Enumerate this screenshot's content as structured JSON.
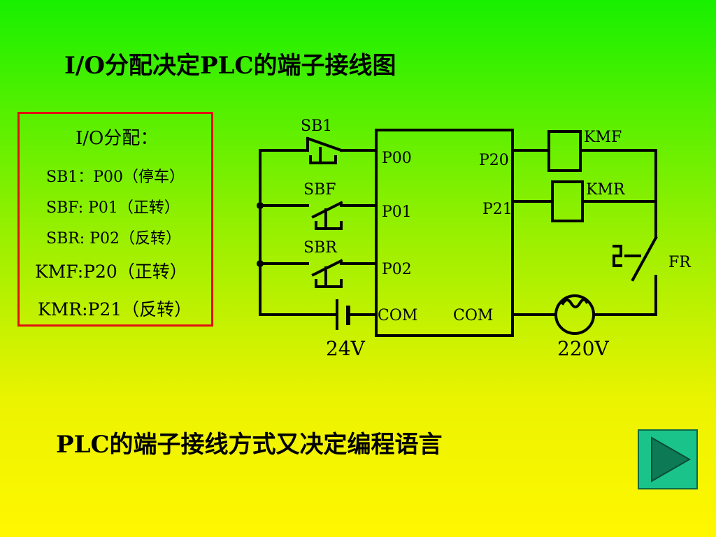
{
  "title": "I/O分配决定PLC的端子接线图",
  "io_assignment": {
    "heading": "I/O分配：",
    "lines": [
      "SB1：P00（停车）",
      "SBF: P01（正转）",
      "SBR: P02（反转）",
      "KMF:P20（正转）",
      "KMR:P21（反转）"
    ]
  },
  "circuit": {
    "input_switches": [
      "SB1",
      "SBF",
      "SBR"
    ],
    "input_terminals": [
      "P00",
      "P01",
      "P02"
    ],
    "input_common": "COM",
    "output_terminals": [
      "P20",
      "P21"
    ],
    "output_common": "COM",
    "contactors": [
      "KMF",
      "KMR"
    ],
    "overload_relay": "FR",
    "input_supply": "24V",
    "output_supply": "220V"
  },
  "footer_text": "PLC的端子接线方式又决定编程语言",
  "nav": {
    "icon": "play-icon"
  },
  "colors": {
    "box_border": "#e01010",
    "button_fill": "#1ac38a",
    "button_arrow": "#0d7a55"
  }
}
